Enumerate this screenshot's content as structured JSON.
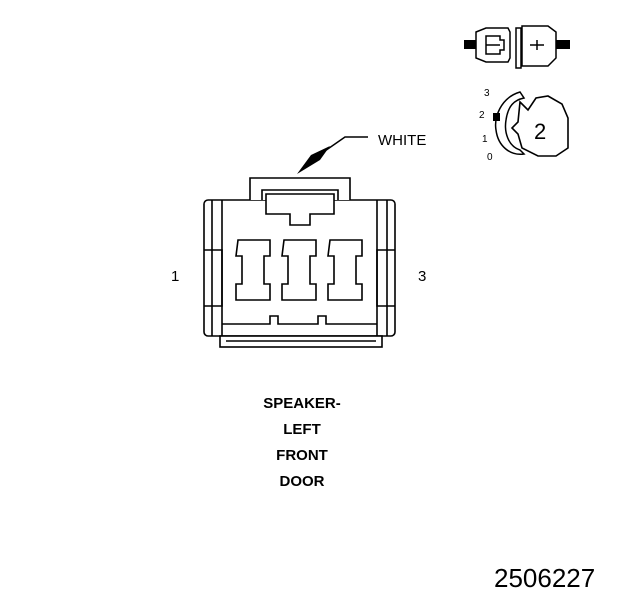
{
  "wire_color_label": "WHITE",
  "pin_left_label": "1",
  "pin_right_label": "3",
  "caption_lines": [
    "SPEAKER-",
    "LEFT",
    "FRONT",
    "DOOR"
  ],
  "figure_id": "2506227",
  "key_icon": {
    "position_labels": [
      "3",
      "2",
      "1",
      "0"
    ],
    "key_number": "2"
  }
}
